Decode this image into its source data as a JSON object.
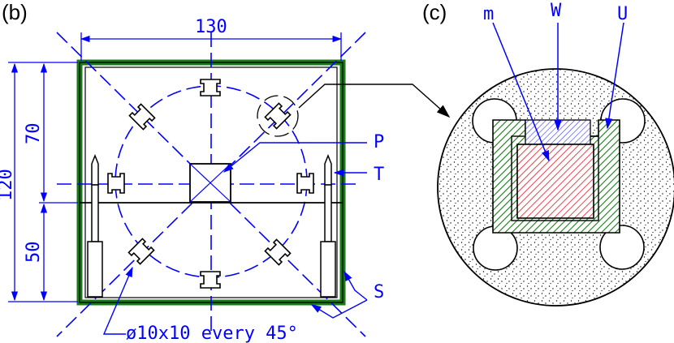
{
  "panels": {
    "b": "(b)",
    "c": "(c)"
  },
  "dimensions": {
    "width": "130",
    "height_total": "120",
    "height_upper": "70",
    "height_lower": "50"
  },
  "labels": {
    "P": "P",
    "T": "T",
    "S": "S",
    "m": "m",
    "W": "W",
    "U": "U"
  },
  "annotation": "ø10x10 every 45°",
  "colors": {
    "dimension_blue": "#0000ff",
    "shell_green": "#1a7a1a",
    "sample_red": "#e0141e",
    "window_blue": "#3a3aff"
  }
}
